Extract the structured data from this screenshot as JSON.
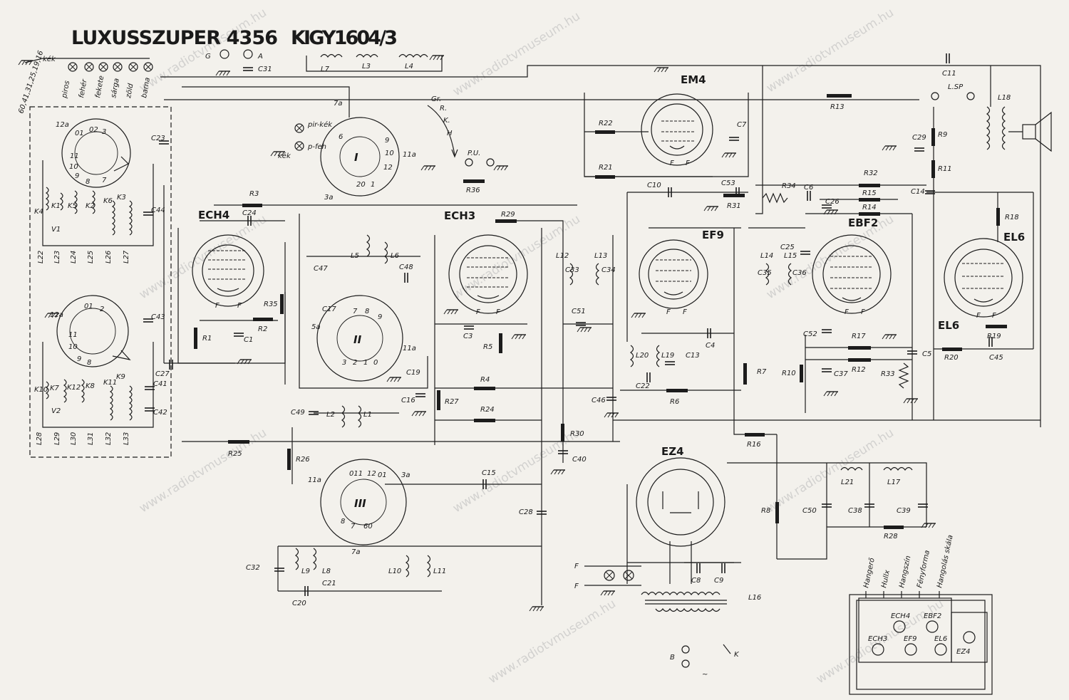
{
  "title": {
    "model": "LUXUSSZUPER 4356",
    "code": "KIGY1604/3"
  },
  "watermark": "www.radiotvmuseum.hu",
  "tubes": [
    "ECH4",
    "ECH3",
    "EM4",
    "EF9",
    "EBF2",
    "EL6",
    "EZ4"
  ],
  "switches": [
    "I",
    "II",
    "III"
  ],
  "wire_colors": [
    "kék",
    "piros",
    "fehér",
    "fekete",
    "sárga",
    "zöld",
    "barna"
  ],
  "bottom_labels": [
    "60,41,31,25,19,16",
    "pir-kék",
    "p-feh",
    "kék"
  ],
  "terminals": [
    "G",
    "A",
    "P.U.",
    "L.SP",
    "F",
    "F",
    "B",
    "K",
    "~"
  ],
  "band_marks": [
    "Gr.",
    "R.",
    "K.",
    "H"
  ],
  "layout_box": {
    "labels": [
      "Hangerő",
      "Hullx",
      "Hangszín",
      "Fényforma",
      "Hangolás skála"
    ],
    "tubes": [
      "ECH3",
      "ECH4",
      "EF9",
      "EBF2",
      "EL6",
      "EZ4"
    ]
  },
  "components": [
    "R1",
    "R2",
    "R3",
    "R4",
    "R5",
    "R6",
    "R7",
    "R8",
    "R9",
    "R10",
    "R11",
    "R12",
    "R13",
    "R14",
    "R15",
    "R16",
    "R17",
    "R18",
    "R19",
    "R20",
    "R21",
    "R22",
    "R24",
    "R25",
    "R26",
    "R27",
    "R28",
    "R29",
    "R30",
    "R31",
    "R32",
    "R33",
    "R34",
    "R35",
    "R36",
    "C1",
    "C3",
    "C4",
    "C5",
    "C6",
    "C7",
    "C8",
    "C9",
    "C10",
    "C11",
    "C13",
    "C14",
    "C15",
    "C16",
    "C17",
    "C19",
    "C20",
    "C21",
    "C22",
    "C23",
    "C24",
    "C25",
    "C26",
    "C27",
    "C28",
    "C29",
    "C31",
    "C32",
    "C33",
    "C34",
    "C35",
    "C36",
    "C37",
    "C38",
    "C39",
    "C40",
    "C41",
    "C42",
    "C43",
    "C44",
    "C45",
    "C46",
    "C47",
    "C48",
    "C49",
    "C50",
    "C51",
    "C52",
    "C53",
    "L1",
    "L2",
    "L3",
    "L4",
    "L5",
    "L6",
    "L7",
    "L8",
    "L9",
    "L10",
    "L11",
    "L12",
    "L13",
    "L14",
    "L15",
    "L16",
    "L17",
    "L18",
    "L19",
    "L20",
    "L21",
    "L22",
    "L23",
    "L24",
    "L25",
    "L26",
    "L27",
    "L28",
    "L29",
    "L30",
    "L31",
    "L32",
    "L33",
    "K1",
    "K2",
    "K3",
    "K4",
    "K5",
    "K6",
    "K7",
    "K8",
    "K9",
    "K10",
    "K11",
    "K12",
    "V1",
    "V2"
  ]
}
